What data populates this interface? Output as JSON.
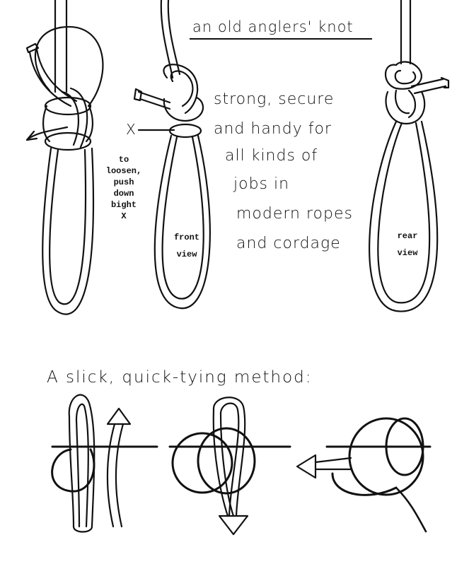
{
  "title": "an old anglers' knot",
  "description_lines": [
    "strong, secure",
    "and handy for",
    "all kinds of",
    "jobs in",
    "modern ropes",
    "and cordage"
  ],
  "marker": "X",
  "instruction_lines": [
    "to",
    "loosen,",
    "push",
    "down",
    "bight",
    "X"
  ],
  "front_label": [
    "front",
    "view"
  ],
  "rear_label": [
    "rear",
    "view"
  ],
  "subtitle": "A slick, quick-tying method:",
  "colors": {
    "ink": "#111111",
    "paper": "#ffffff"
  }
}
